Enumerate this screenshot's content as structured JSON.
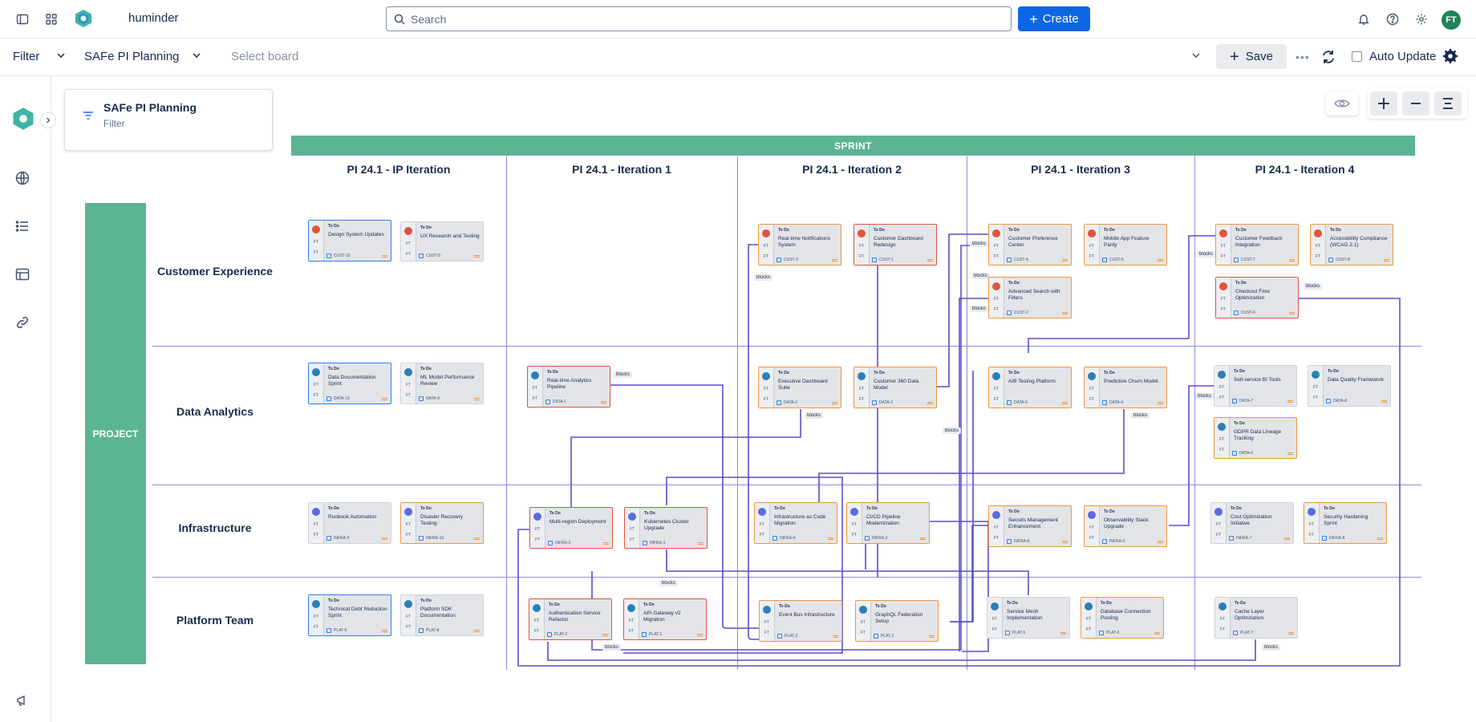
{
  "app": {
    "name": "huminder"
  },
  "search": {
    "placeholder": "Search"
  },
  "create_label": "Create",
  "user_initials": "FT",
  "toolbar": {
    "filter": "Filter",
    "board": "SAFe PI Planning",
    "select_board_placeholder": "Select board",
    "save_label": "Save",
    "auto_update_label": "Auto Update"
  },
  "filter_card": {
    "title": "SAFe PI Planning",
    "subtitle": "Filter"
  },
  "sprint_label": "SPRINT",
  "project_label": "PROJECT",
  "columns": [
    "PI 24.1 - IP Iteration",
    "PI 24.1 - Iteration 1",
    "PI 24.1 - Iteration 2",
    "PI 24.1 - Iteration 3",
    "PI 24.1 - Iteration 4"
  ],
  "rows": [
    "Customer Experience",
    "Data Analytics",
    "Infrastructure",
    "Platform Team"
  ],
  "card_status": "To Do",
  "card_assignee_initials": "FT",
  "link_label": "blocks",
  "colors": {
    "accent": "#0c66e4",
    "swimlane": "#5cb592",
    "link": "#5b4fc7",
    "border_orange": "#f0963c",
    "border_blue": "#2f80ed",
    "border_red": "#e0533e"
  },
  "cards": [
    {
      "title": "Design System Updates",
      "key": "CUST-10",
      "icon": "bug-icon",
      "border": "blue"
    },
    {
      "title": "UX Research and Testing",
      "key": "CUST-9",
      "icon": "bug-icon",
      "border": "none"
    },
    {
      "title": "Real-time Notifications System",
      "key": "CUST-3",
      "icon": "bug-icon",
      "border": "orange"
    },
    {
      "title": "Customer Dashboard Redesign",
      "key": "CUST-1",
      "icon": "bug-icon",
      "border": "red"
    },
    {
      "title": "Customer Preference Center",
      "key": "CUST-4",
      "icon": "bug-icon",
      "border": "orange"
    },
    {
      "title": "Mobile App Feature Parity",
      "key": "CUST-5",
      "icon": "bug-icon",
      "border": "orange"
    },
    {
      "title": "Advanced Search with Filters",
      "key": "CUST-2",
      "icon": "bug-icon",
      "border": "orange"
    },
    {
      "title": "Customer Feedback Integration",
      "key": "CUST-7",
      "icon": "bug-icon",
      "border": "orange"
    },
    {
      "title": "Accessibility Compliance (WCAG 2.1)",
      "key": "CUST-8",
      "icon": "bug-icon",
      "border": "orange"
    },
    {
      "title": "Checkout Flow Optimization",
      "key": "CUST-6",
      "icon": "bug-icon",
      "border": "red"
    },
    {
      "title": "Data Documentation Sprint",
      "key": "DATA-10",
      "icon": "globe-icon",
      "border": "blue"
    },
    {
      "title": "ML Model Performance Review",
      "key": "DATA-9",
      "icon": "globe-icon",
      "border": "none"
    },
    {
      "title": "Real-time Analytics Pipeline",
      "key": "DATA-1",
      "icon": "globe-icon",
      "border": "red"
    },
    {
      "title": "Executive Dashboard Suite",
      "key": "DATA-3",
      "icon": "globe-icon",
      "border": "orange"
    },
    {
      "title": "Customer 360 Data Model",
      "key": "DATA-2",
      "icon": "globe-icon",
      "border": "orange"
    },
    {
      "title": "A/B Testing Platform",
      "key": "DATA-5",
      "icon": "globe-icon",
      "border": "orange"
    },
    {
      "title": "Predictive Churn Model",
      "key": "DATA-4",
      "icon": "globe-icon",
      "border": "orange"
    },
    {
      "title": "Self-service BI Tools",
      "key": "DATA-7",
      "icon": "globe-icon",
      "border": "none"
    },
    {
      "title": "Data Quality Framework",
      "key": "DATA-8",
      "icon": "globe-icon",
      "border": "none"
    },
    {
      "title": "GDPR Data Lineage Tracking",
      "key": "DATA-6",
      "icon": "globe-icon",
      "border": "orange"
    },
    {
      "title": "Runbook Automation",
      "key": "INFRA-9",
      "icon": "person-icon",
      "border": "none"
    },
    {
      "title": "Disaster Recovery Testing",
      "key": "INFRA-10",
      "icon": "person-icon",
      "border": "orange"
    },
    {
      "title": "Multi-region Deployment",
      "key": "INFRA-2",
      "icon": "person-icon",
      "border": "red"
    },
    {
      "title": "Kubernetes Cluster Upgrade",
      "key": "INFRA-1",
      "icon": "person-icon",
      "border": "red"
    },
    {
      "title": "Infrastructure as Code Migration",
      "key": "INFRA-4",
      "icon": "person-icon",
      "border": "orange"
    },
    {
      "title": "CI/CD Pipeline Modernization",
      "key": "INFRA-3",
      "icon": "person-icon",
      "border": "orange"
    },
    {
      "title": "Secrets Management Enhancement",
      "key": "INFRA-6",
      "icon": "person-icon",
      "border": "orange"
    },
    {
      "title": "Observability Stack Upgrade",
      "key": "INFRA-5",
      "icon": "person-icon",
      "border": "orange"
    },
    {
      "title": "Cost Optimization Initiative",
      "key": "INFRA-7",
      "icon": "person-icon",
      "border": "none"
    },
    {
      "title": "Security Hardening Sprint",
      "key": "INFRA-8",
      "icon": "person-icon",
      "border": "orange"
    },
    {
      "title": "Technical Debt Reduction Sprint",
      "key": "PLAT-9",
      "icon": "globe-icon",
      "border": "blue"
    },
    {
      "title": "Platform SDK Documentation",
      "key": "PLAT-8",
      "icon": "globe-icon",
      "border": "none"
    },
    {
      "title": "Authentication Service Refactor",
      "key": "PLAT-2",
      "icon": "globe-icon",
      "border": "red"
    },
    {
      "title": "API Gateway v2 Migration",
      "key": "PLAT-1",
      "icon": "globe-icon",
      "border": "red"
    },
    {
      "title": "Event Bus Infrastructure",
      "key": "PLAT-3",
      "icon": "globe-icon",
      "border": "orange"
    },
    {
      "title": "GraphQL Federation Setup",
      "key": "PLAT-2",
      "icon": "globe-icon",
      "border": "orange"
    },
    {
      "title": "Service Mesh Implementation",
      "key": "PLAT-5",
      "icon": "globe-icon",
      "border": "none"
    },
    {
      "title": "Database Connection Pooling",
      "key": "PLAT-6",
      "icon": "globe-icon",
      "border": "orange"
    },
    {
      "title": "Cache Layer Optimization",
      "key": "PLAT-7",
      "icon": "globe-icon",
      "border": "none"
    }
  ]
}
